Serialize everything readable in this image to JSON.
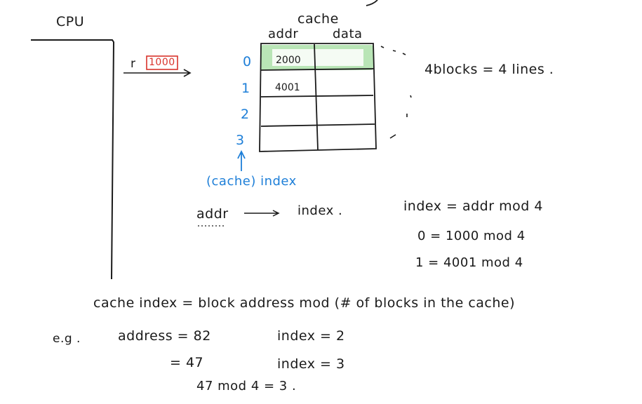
{
  "cpu": {
    "label": "CPU"
  },
  "request": {
    "label": "r",
    "address": "1000"
  },
  "cache": {
    "title": "cache",
    "headers": [
      "addr",
      "data"
    ],
    "indices": [
      "0",
      "1",
      "2",
      "3"
    ],
    "rows": [
      {
        "addr": "2000",
        "data": ""
      },
      {
        "addr": "4001",
        "data": ""
      },
      {
        "addr": "",
        "data": ""
      },
      {
        "addr": "",
        "data": ""
      }
    ],
    "index_label": "(cache) index"
  },
  "notes": {
    "blocks_lines": "4blocks = 4 lines .",
    "addr_to_index": {
      "from": "addr",
      "to": "index ."
    },
    "formula": "index = addr mod 4",
    "ex1": "0 = 1000 mod 4",
    "ex2": "1 = 4001 mod 4",
    "general_rule": "cache index = block address mod (# of blocks in the cache)",
    "eg_label": "e.g .",
    "eg1": "address = 82",
    "eg1_index": "index = 2",
    "eg2": "= 47",
    "eg2_index": "index = 3",
    "eg3": "47 mod 4 = 3 ."
  },
  "colors": {
    "ink": "#1a1a1a",
    "blue": "#1e7fd8",
    "red": "#d9332b",
    "highlight": "#7fd07a"
  }
}
